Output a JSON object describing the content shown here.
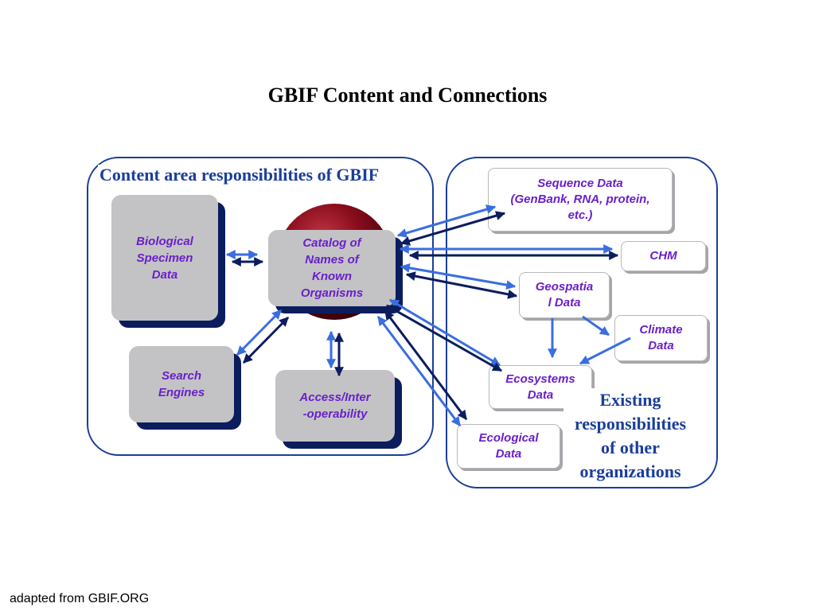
{
  "title": "GBIF Content and Connections",
  "left_panel": {
    "heading": "Content area responsibilities of GBIF",
    "boxes": {
      "specimen": [
        "Biological",
        "Specimen",
        "Data"
      ],
      "catalog": [
        "Catalog of",
        "Names of",
        "Known",
        "Organisms"
      ],
      "search": [
        "Search",
        "Engines"
      ],
      "access": [
        "Access/Inter",
        "-operability"
      ]
    }
  },
  "right_panel": {
    "label": [
      "Existing",
      "responsibilities",
      "of other",
      "organizations"
    ],
    "boxes": {
      "sequence": [
        "Sequence Data",
        "(GenBank, RNA, protein,",
        "etc.)"
      ],
      "chm": [
        "CHM"
      ],
      "geospatial": [
        "Geospatia",
        "l Data"
      ],
      "climate": [
        "Climate",
        "Data"
      ],
      "ecosystems": [
        "Ecosystems",
        "Data"
      ],
      "ecological": [
        "Ecological",
        "Data"
      ]
    }
  },
  "footer": "adapted from GBIF.ORG",
  "colors": {
    "panel_border": "#1a3e9a",
    "box_fill": "#c3c3c5",
    "box_shadow": "#0c1d5e",
    "box_text": "#6a1fc9",
    "arrow_light": "#3a6ee0",
    "arrow_dark": "#0c1d5e",
    "sphere": "#8b0d1c"
  }
}
